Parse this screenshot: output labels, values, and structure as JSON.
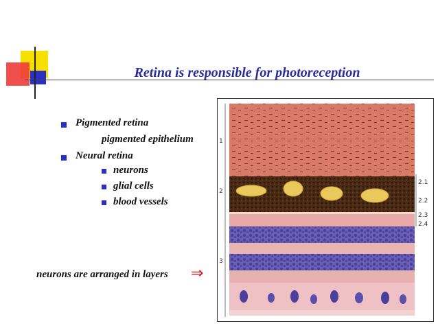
{
  "slide": {
    "title": "Retina is responsible for photoreception",
    "bullets": [
      {
        "text": "Pigmented retina",
        "level": 1,
        "bullet": true
      },
      {
        "text": "pigmented epithelium",
        "level": 2,
        "bullet": false
      },
      {
        "text": "Neural retina",
        "level": 1,
        "bullet": true
      },
      {
        "text": "neurons",
        "level": 3,
        "bullet": true
      },
      {
        "text": "glial cells",
        "level": 3,
        "bullet": true
      },
      {
        "text": "blood vessels",
        "level": 3,
        "bullet": true
      }
    ],
    "note": "neurons are arranged in layers",
    "arrow_glyph": "⇒"
  },
  "figure": {
    "layer_labels": [
      "1",
      "2",
      "3",
      "2.1",
      "2.2",
      "2.3",
      "2.4"
    ]
  },
  "colors": {
    "title": "#2b2b9b",
    "bullet": "#2a2fc6",
    "arrow": "#dd1111",
    "accent_yellow": "#f7e000",
    "accent_red": "#ef3b3b"
  }
}
